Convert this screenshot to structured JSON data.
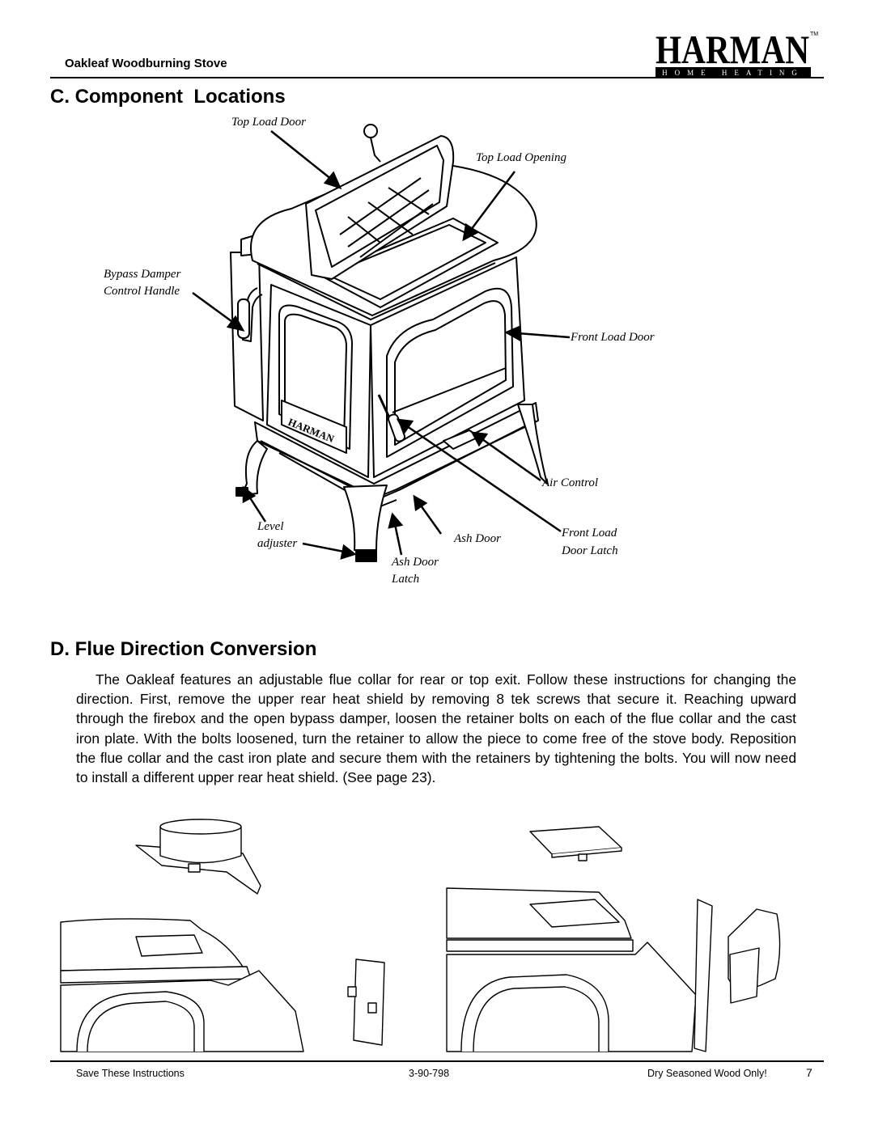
{
  "header": {
    "title": "Oakleaf Woodburning Stove",
    "logo_text": "HARMAN",
    "logo_subtext": "HOME HEATING",
    "logo_tm": "TM"
  },
  "section_c": {
    "heading": "C. Component  Locations",
    "callouts": {
      "top_load_door": "Top Load Door",
      "top_load_opening": "Top Load Opening",
      "bypass_line1": "Bypass Damper",
      "bypass_line2": "Control Handle",
      "front_load_door": "Front Load Door",
      "air_control": "Air Control",
      "level_line1": "Level",
      "level_line2": "adjuster",
      "ash_door": "Ash Door",
      "front_load_latch_line1": "Front Load",
      "front_load_latch_line2": "Door Latch",
      "ash_door_latch_line1": "Ash Door",
      "ash_door_latch_line2": "Latch"
    },
    "stove_emblem": "HARMAN"
  },
  "section_d": {
    "heading": "D. Flue Direction Conversion",
    "body": "The Oakleaf features an adjustable flue collar for rear or top exit. Follow these instructions for changing the direction. First, remove the upper rear heat shield by removing 8 tek screws that secure it. Reaching upward through the firebox and the open bypass damper, loosen the retainer bolts on each of the flue collar and the cast iron plate. With the bolts loosened, turn the retainer to allow the piece to come free of the stove body. Reposition the flue collar and the cast iron plate and secure them with the retainers by tightening the bolts. You will now need to install a different upper rear heat shield. (See page 23)."
  },
  "footer": {
    "left": "Save These Instructions",
    "center": "3-90-798",
    "right": "Dry Seasoned Wood Only!",
    "page": "7"
  }
}
